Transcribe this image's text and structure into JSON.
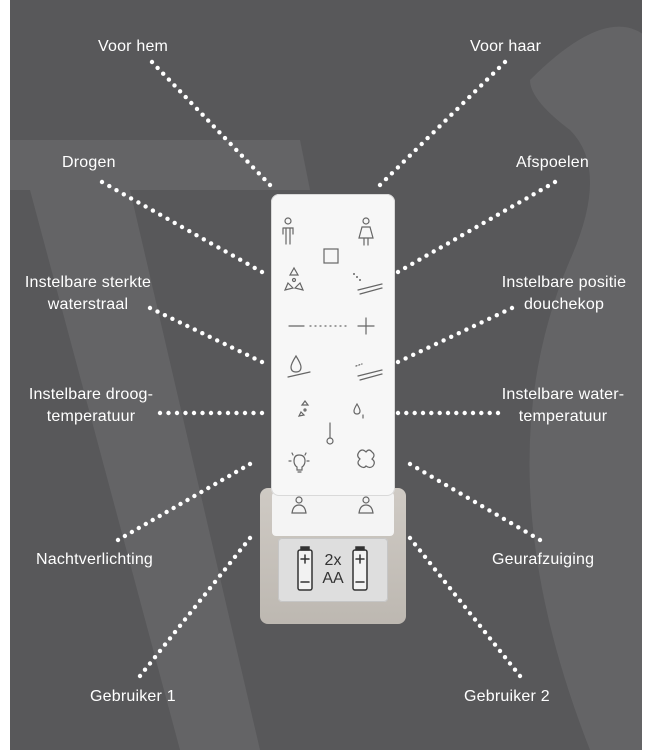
{
  "colors": {
    "background": "#58585a",
    "watermark": "#666668",
    "dots": "#ffffff",
    "remote": "#f7f7f7",
    "holder": "#c6c1ba",
    "icon": "#666666"
  },
  "callouts": {
    "voor_hem": "Voor hem",
    "voor_haar": "Voor haar",
    "drogen": "Drogen",
    "afspoelen": "Afspoelen",
    "sterkte_waterstraal": "Instelbare sterkte\nwaterstraal",
    "positie_douchekop": "Instelbare positie\ndouchekop",
    "droogtemperatuur": "Instelbare droog-\ntemperatuur",
    "watertemperatuur": "Instelbare water-\ntemperatuur",
    "nachtverlichting": "Nachtverlichting",
    "geurafzuiging": "Geurafzuiging",
    "gebruiker_1": "Gebruiker 1",
    "gebruiker_2": "Gebruiker 2"
  },
  "remote": {
    "battery_label": "2x\nAA",
    "icons": [
      "male-icon",
      "stop-icon",
      "female-icon",
      "dry-fan-icon",
      "nozzle-clean-icon",
      "minus-icon",
      "plus-icon",
      "water-drop-icon",
      "nozzle-position-icon",
      "dry-temp-icon",
      "thermometer-icon",
      "water-temp-icon",
      "night-light-icon",
      "deodorizer-icon",
      "user-1-icon",
      "user-2-icon",
      "battery-icon"
    ]
  }
}
